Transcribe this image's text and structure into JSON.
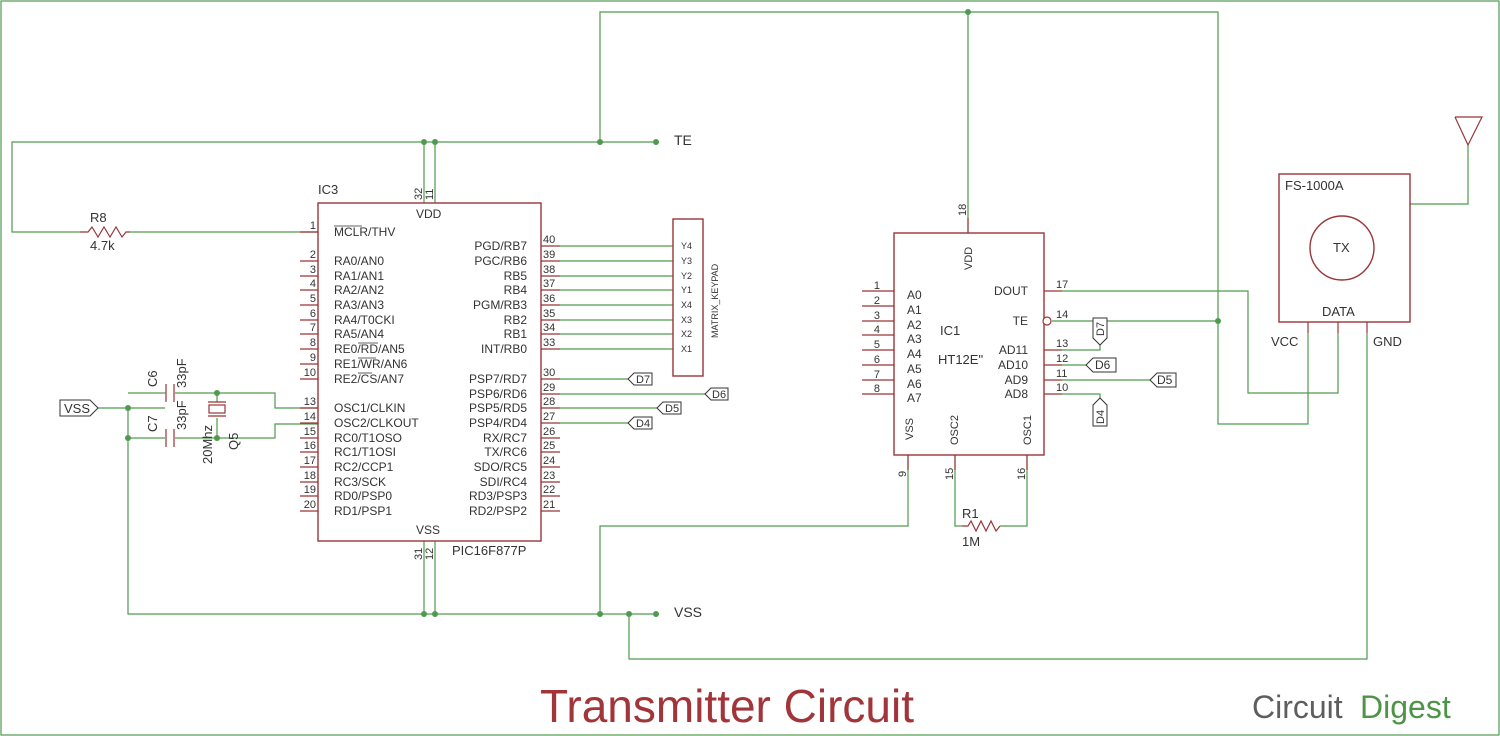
{
  "title": "Transmitter Circuit",
  "logo": {
    "left": "Circuit",
    "right": "Digest"
  },
  "colors": {
    "wire": "#4f9a4f",
    "part": "#9a3538",
    "title": "#a23539",
    "text": "#333333"
  },
  "nets": {
    "te": "TE",
    "vss": "VSS",
    "vss_left": "VSS"
  },
  "ic3": {
    "ref": "IC3",
    "part": "PIC16F877P",
    "vdd": "VDD",
    "vss": "VSS",
    "vdd_pins": [
      "32",
      "11"
    ],
    "vss_pins": [
      "31",
      "12"
    ],
    "left_pins": [
      {
        "n": "1",
        "name": "MCLR/THV"
      },
      {
        "n": "2",
        "name": "RA0/AN0"
      },
      {
        "n": "3",
        "name": "RA1/AN1"
      },
      {
        "n": "4",
        "name": "RA2/AN2"
      },
      {
        "n": "5",
        "name": "RA3/AN3"
      },
      {
        "n": "6",
        "name": "RA4/T0CKI"
      },
      {
        "n": "7",
        "name": "RA5/AN4"
      },
      {
        "n": "8",
        "name": "RE0/RD/AN5"
      },
      {
        "n": "9",
        "name": "RE1/WR/AN6"
      },
      {
        "n": "10",
        "name": "RE2/CS/AN7"
      },
      {
        "n": "13",
        "name": "OSC1/CLKIN"
      },
      {
        "n": "14",
        "name": "OSC2/CLKOUT"
      },
      {
        "n": "15",
        "name": "RC0/T1OSO"
      },
      {
        "n": "16",
        "name": "RC1/T1OSI"
      },
      {
        "n": "17",
        "name": "RC2/CCP1"
      },
      {
        "n": "18",
        "name": "RC3/SCK"
      },
      {
        "n": "19",
        "name": "RD0/PSP0"
      },
      {
        "n": "20",
        "name": "RD1/PSP1"
      }
    ],
    "right_pins": [
      {
        "n": "40",
        "name": "PGD/RB7"
      },
      {
        "n": "39",
        "name": "PGC/RB6"
      },
      {
        "n": "38",
        "name": "RB5"
      },
      {
        "n": "37",
        "name": "RB4"
      },
      {
        "n": "36",
        "name": "PGM/RB3"
      },
      {
        "n": "35",
        "name": "RB2"
      },
      {
        "n": "34",
        "name": "RB1"
      },
      {
        "n": "33",
        "name": "INT/RB0"
      },
      {
        "n": "30",
        "name": "PSP7/RD7"
      },
      {
        "n": "29",
        "name": "PSP6/RD6"
      },
      {
        "n": "28",
        "name": "PSP5/RD5"
      },
      {
        "n": "27",
        "name": "PSP4/RD4"
      },
      {
        "n": "26",
        "name": "RX/RC7"
      },
      {
        "n": "25",
        "name": "TX/RC6"
      },
      {
        "n": "24",
        "name": "SDO/RC5"
      },
      {
        "n": "23",
        "name": "SDI/RC4"
      },
      {
        "n": "22",
        "name": "RD3/PSP3"
      },
      {
        "n": "21",
        "name": "RD2/PSP2"
      }
    ]
  },
  "keypad": {
    "label": "MATRIX_KEYPAD",
    "pins": [
      "Y4",
      "Y3",
      "Y2",
      "Y1",
      "X4",
      "X3",
      "X2",
      "X1"
    ]
  },
  "r8": {
    "ref": "R8",
    "value": "4.7k"
  },
  "r1": {
    "ref": "R1",
    "value": "1M"
  },
  "c6": {
    "ref": "C6",
    "value": "33pF"
  },
  "c7": {
    "ref": "C7",
    "value": "33pF"
  },
  "q5": {
    "ref": "Q5",
    "value": "20Mhz"
  },
  "ports_ic3": [
    "D7",
    "D6",
    "D5",
    "D4"
  ],
  "ic1": {
    "ref": "IC1",
    "part": "HT12E\"",
    "vdd": "VDD",
    "vss": "VSS",
    "osc2": "OSC2",
    "osc1": "OSC1",
    "vdd_pin": "18",
    "vss_pin": "9",
    "osc2_pin": "15",
    "osc1_pin": "16",
    "left_pins": [
      {
        "n": "1",
        "name": "A0"
      },
      {
        "n": "2",
        "name": "A1"
      },
      {
        "n": "3",
        "name": "A2"
      },
      {
        "n": "4",
        "name": "A3"
      },
      {
        "n": "5",
        "name": "A4"
      },
      {
        "n": "6",
        "name": "A5"
      },
      {
        "n": "7",
        "name": "A6"
      },
      {
        "n": "8",
        "name": "A7"
      }
    ],
    "right_pins": [
      {
        "n": "17",
        "name": "DOUT"
      },
      {
        "n": "14",
        "name": "TE"
      },
      {
        "n": "13",
        "name": "AD11"
      },
      {
        "n": "12",
        "name": "AD10"
      },
      {
        "n": "11",
        "name": "AD9"
      },
      {
        "n": "10",
        "name": "AD8"
      }
    ]
  },
  "ports_ic1": [
    "D7",
    "D6",
    "D5",
    "D4"
  ],
  "tx": {
    "ref": "FS-1000A",
    "label": "TX",
    "data": "DATA",
    "vcc": "VCC",
    "gnd": "GND"
  }
}
